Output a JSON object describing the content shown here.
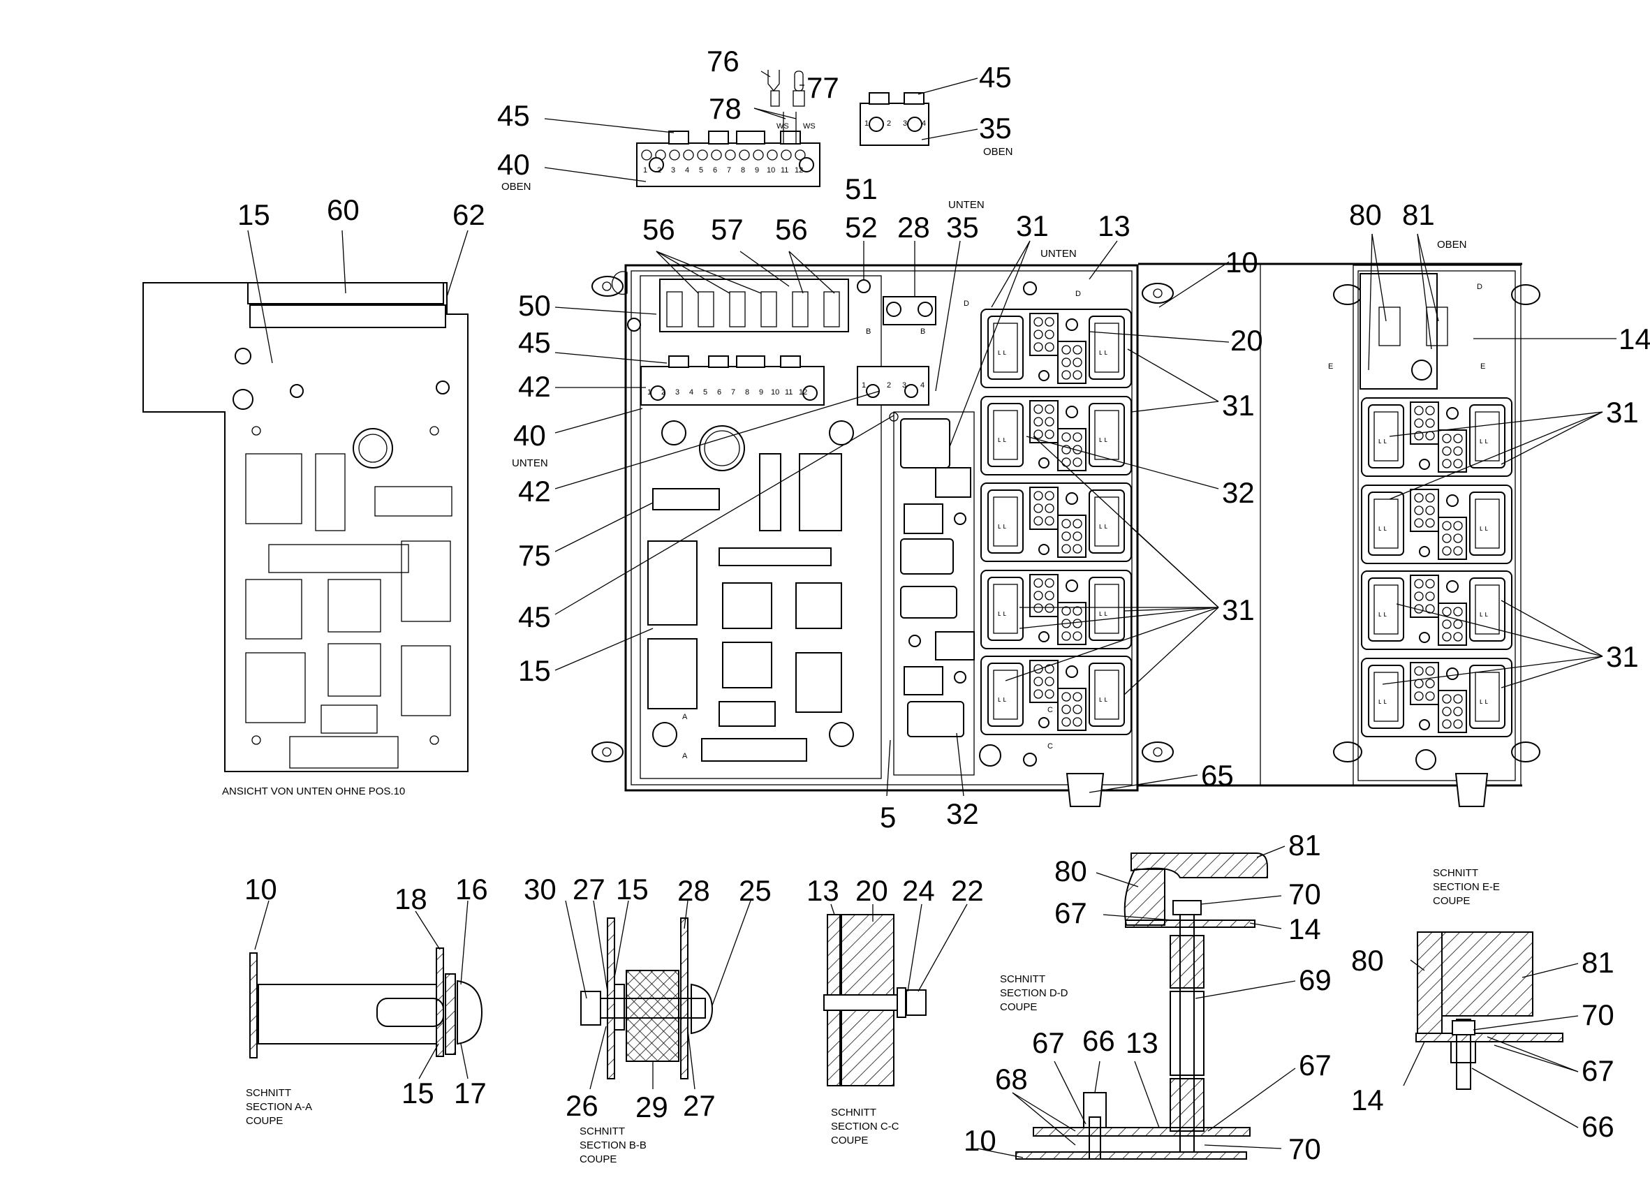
{
  "callouts": {
    "c76": "76",
    "c77": "77",
    "c78": "78",
    "c45a": "45",
    "c40a": "40",
    "c45b": "45",
    "c35a": "35",
    "c15a": "15",
    "c60": "60",
    "c62": "62",
    "c56a": "56",
    "c57": "57",
    "c56b": "56",
    "c51": "51",
    "c52": "52",
    "c28a": "28",
    "c35b": "35",
    "c31a": "31",
    "c13a": "13",
    "c10a": "10",
    "c50": "50",
    "c45c": "45",
    "c42a": "42",
    "c40b": "40",
    "c42b": "42",
    "c75": "75",
    "c45d": "45",
    "c15b": "15",
    "c20a": "20",
    "c31b": "31",
    "c32a": "32",
    "c31c": "31",
    "c5": "5",
    "c32b": "32",
    "c65": "65",
    "c80a": "80",
    "c81a": "81",
    "c14a": "14",
    "c31d": "31",
    "c31e": "31",
    "c10b": "10",
    "c18": "18",
    "c16": "16",
    "c15c": "15",
    "c17": "17",
    "c30": "30",
    "c27a": "27",
    "c15d": "15",
    "c28b": "28",
    "c25": "25",
    "c26": "26",
    "c29": "29",
    "c27b": "27",
    "c13b": "13",
    "c20b": "20",
    "c24": "24",
    "c22": "22",
    "c81b": "81",
    "c80b": "80",
    "c70a": "70",
    "c67a": "67",
    "c14b": "14",
    "c69": "69",
    "c67b": "67",
    "c66a": "66",
    "c13c": "13",
    "c67c": "67",
    "c68": "68",
    "c10c": "10",
    "c70b": "70",
    "c80c": "80",
    "c81c": "81",
    "c70c": "70",
    "c67d": "67",
    "c14c": "14",
    "c66b": "66"
  },
  "notes": {
    "oben": "OBEN",
    "unten": "UNTEN",
    "view_bottom": "ANSICHT VON UNTEN OHNE POS.10",
    "ws": "WS"
  },
  "sections": {
    "aa": [
      "SCHNITT",
      "SECTION   A-A",
      "COUPE"
    ],
    "bb": [
      "SCHNITT",
      "SECTION  B-B",
      "COUPE"
    ],
    "cc": [
      "SCHNITT",
      "SECTION C-C",
      "COUPE"
    ],
    "dd": [
      "SCHNITT",
      "SECTION   D-D",
      "COUPE"
    ],
    "ee": [
      "SCHNITT",
      "SECTION   E-E",
      "COUPE"
    ]
  },
  "section_marks": [
    "A",
    "B",
    "C",
    "D",
    "E"
  ],
  "terminal_numbers_12": [
    "1",
    "2",
    "3",
    "4",
    "5",
    "6",
    "7",
    "8",
    "9",
    "10",
    "11",
    "12"
  ],
  "terminal_numbers_4": [
    "1",
    "2",
    "3",
    "4"
  ]
}
